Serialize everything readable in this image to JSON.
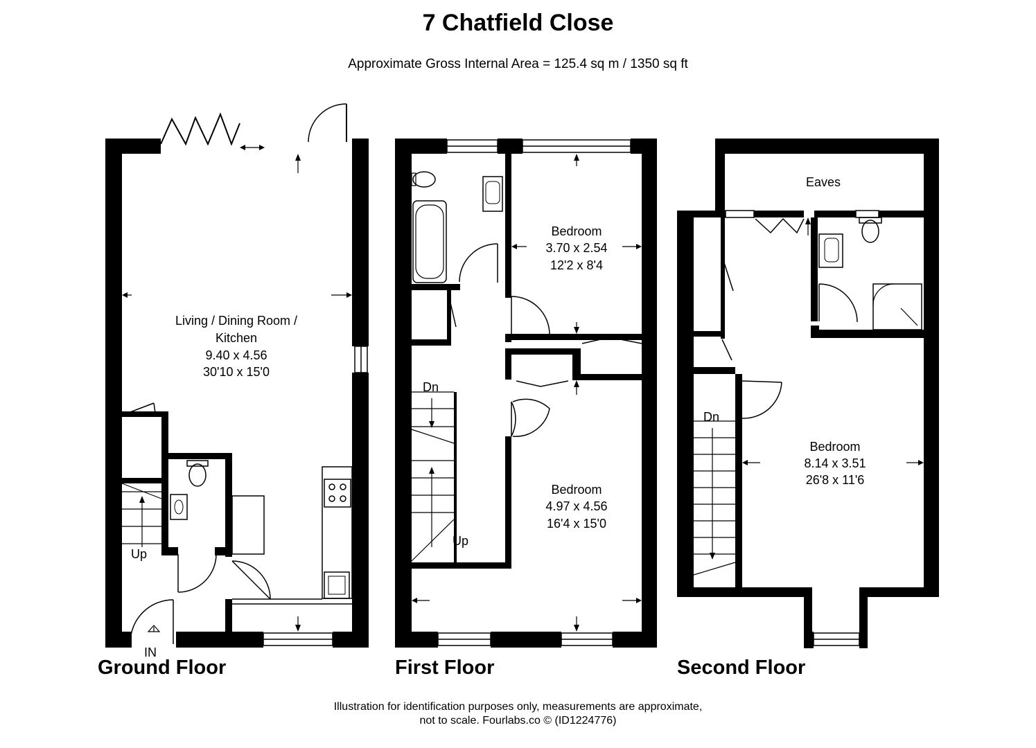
{
  "header": {
    "title": "7 Chatfield Close",
    "subtitle": "Approximate Gross Internal Area = 125.4 sq m / 1350 sq ft"
  },
  "floors": {
    "ground": {
      "label": "Ground Floor",
      "room": {
        "name_line1": "Living / Dining Room /",
        "name_line2": "Kitchen",
        "metric": "9.40 x 4.56",
        "imperial": "30'10 x 15'0"
      },
      "stairs_label": "Up",
      "entrance_label": "IN"
    },
    "first": {
      "label": "First Floor",
      "bedroom_a": {
        "name": "Bedroom",
        "metric": "3.70 x 2.54",
        "imperial": "12'2 x 8'4"
      },
      "bedroom_b": {
        "name": "Bedroom",
        "metric": "4.97 x 4.56",
        "imperial": "16'4 x 15'0"
      },
      "stairs_down": "Dn",
      "stairs_up": "Up"
    },
    "second": {
      "label": "Second Floor",
      "eaves": "Eaves",
      "bedroom": {
        "name": "Bedroom",
        "metric": "8.14 x 3.51",
        "imperial": "26'8 x 11'6"
      },
      "stairs_down": "Dn"
    }
  },
  "footer": {
    "line1": "Illustration for identification purposes only, measurements are approximate,",
    "line2": "not to scale. Fourlabs.co © (ID1224776)"
  }
}
